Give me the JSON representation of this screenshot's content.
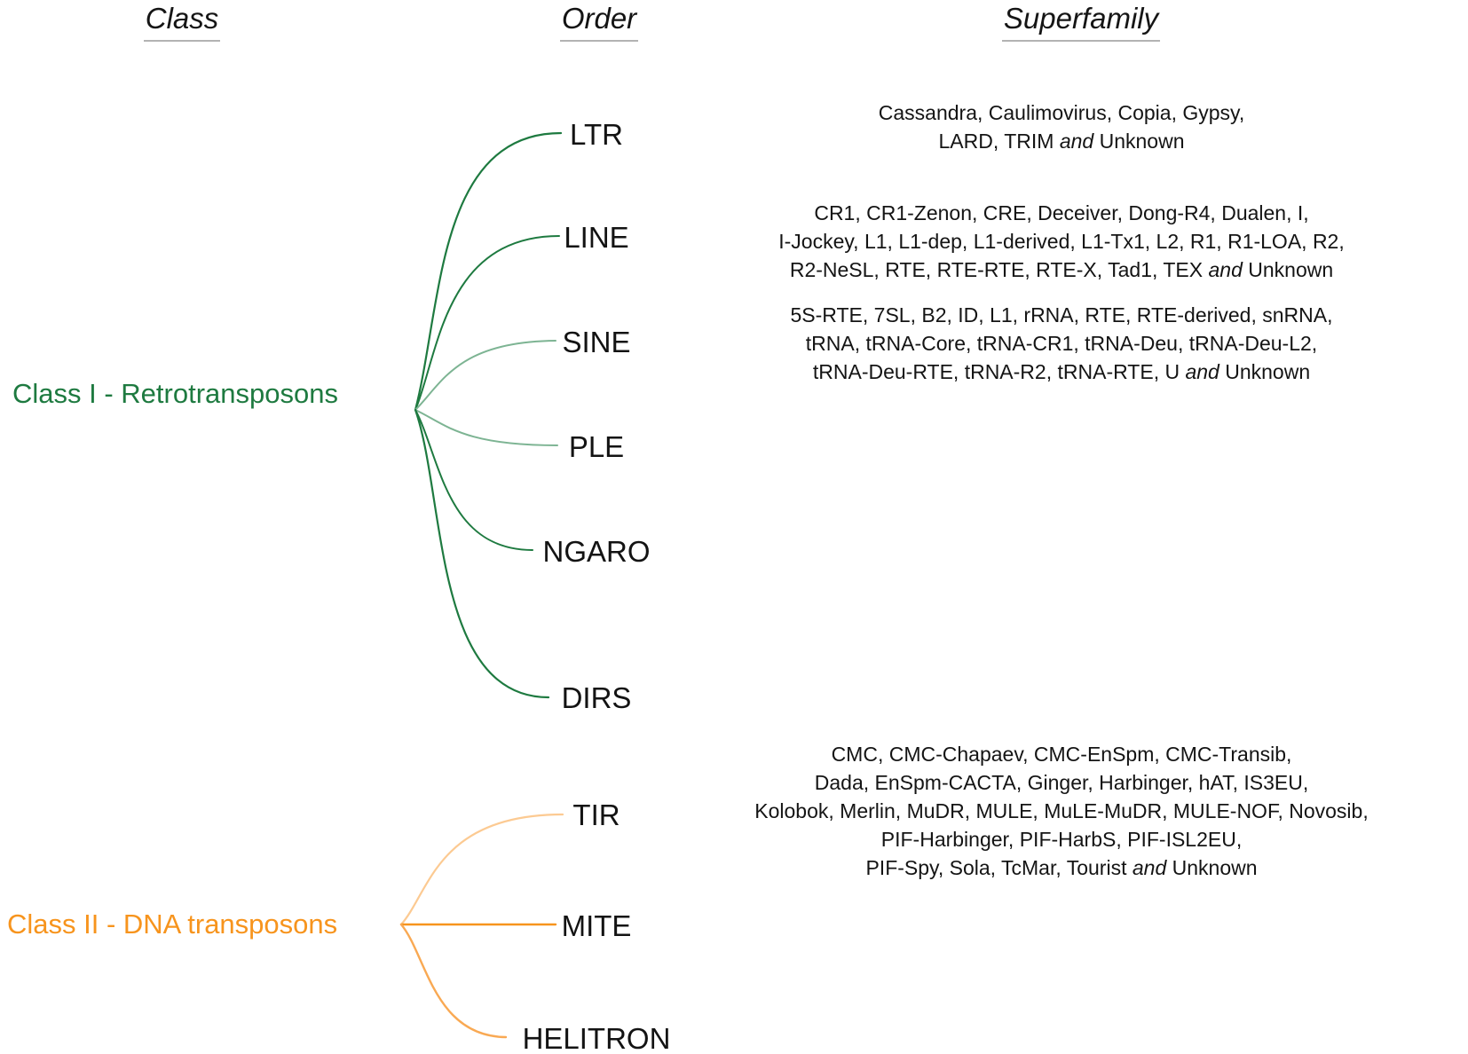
{
  "header": {
    "class_label": "Class",
    "order_label": "Order",
    "superfamily_label": "Superfamily"
  },
  "colors": {
    "class1": "#1e7a40",
    "class1_light": "#7db493",
    "class2": "#f7941d",
    "class2_light": "#fcca92",
    "class2_mid": "#f9a953",
    "header_underline": "#b3b3b3"
  },
  "classes": [
    {
      "name": "Class I - Retrotransposons",
      "color": "#1e7a40",
      "orders": [
        {
          "name": "LTR",
          "superfamilies": [
            "Cassandra, Caulimovirus, Copia, Gypsy,",
            "LARD, TRIM and Unknown"
          ]
        },
        {
          "name": "LINE",
          "superfamilies": [
            "CR1, CR1-Zenon, CRE, Deceiver, Dong-R4, Dualen, I,",
            "I-Jockey, L1, L1-dep, L1-derived, L1-Tx1, L2, R1, R1-LOA, R2,",
            "R2-NeSL, RTE, RTE-RTE, RTE-X, Tad1, TEX and Unknown"
          ]
        },
        {
          "name": "SINE",
          "superfamilies": [
            "5S-RTE, 7SL, B2, ID, L1, rRNA, RTE, RTE-derived, snRNA,",
            "tRNA, tRNA-Core, tRNA-CR1, tRNA-Deu, tRNA-Deu-L2,",
            "tRNA-Deu-RTE, tRNA-R2, tRNA-RTE, U and Unknown"
          ]
        },
        {
          "name": "PLE",
          "superfamilies": []
        },
        {
          "name": "NGARO",
          "superfamilies": []
        },
        {
          "name": "DIRS",
          "superfamilies": []
        }
      ]
    },
    {
      "name": "Class II - DNA transposons",
      "color": "#f7941d",
      "orders": [
        {
          "name": "TIR",
          "superfamilies": [
            "CMC, CMC-Chapaev, CMC-EnSpm,  CMC-Transib,",
            "Dada, EnSpm-CACTA, Ginger, Harbinger, hAT, IS3EU,",
            "Kolobok, Merlin, MuDR, MULE, MuLE-MuDR, MULE-NOF, Novosib,",
            "PIF-Harbinger, PIF-HarbS, PIF-ISL2EU,",
            "PIF-Spy, Sola, TcMar, Tourist and Unknown"
          ]
        },
        {
          "name": "MITE",
          "superfamilies": []
        },
        {
          "name": "HELITRON",
          "superfamilies": []
        }
      ]
    }
  ]
}
